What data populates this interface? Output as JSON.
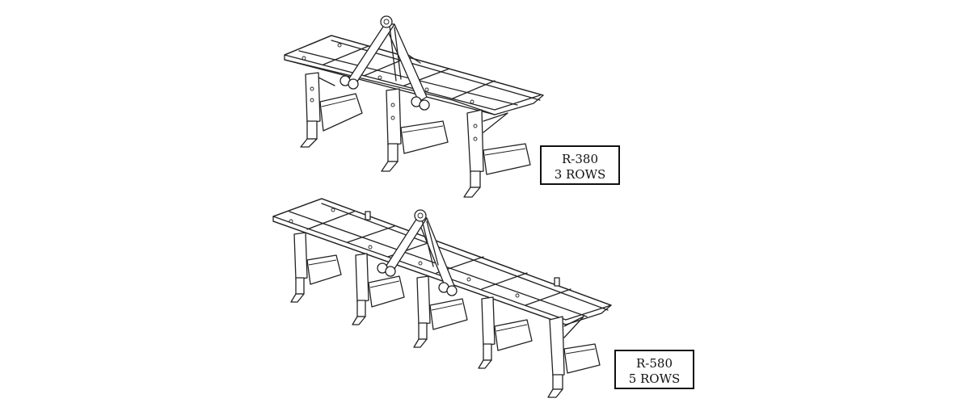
{
  "labels": {
    "r380": {
      "model": "R-380",
      "rows": "3 ROWS"
    },
    "r580": {
      "model": "R-580",
      "rows": "5 ROWS"
    }
  }
}
